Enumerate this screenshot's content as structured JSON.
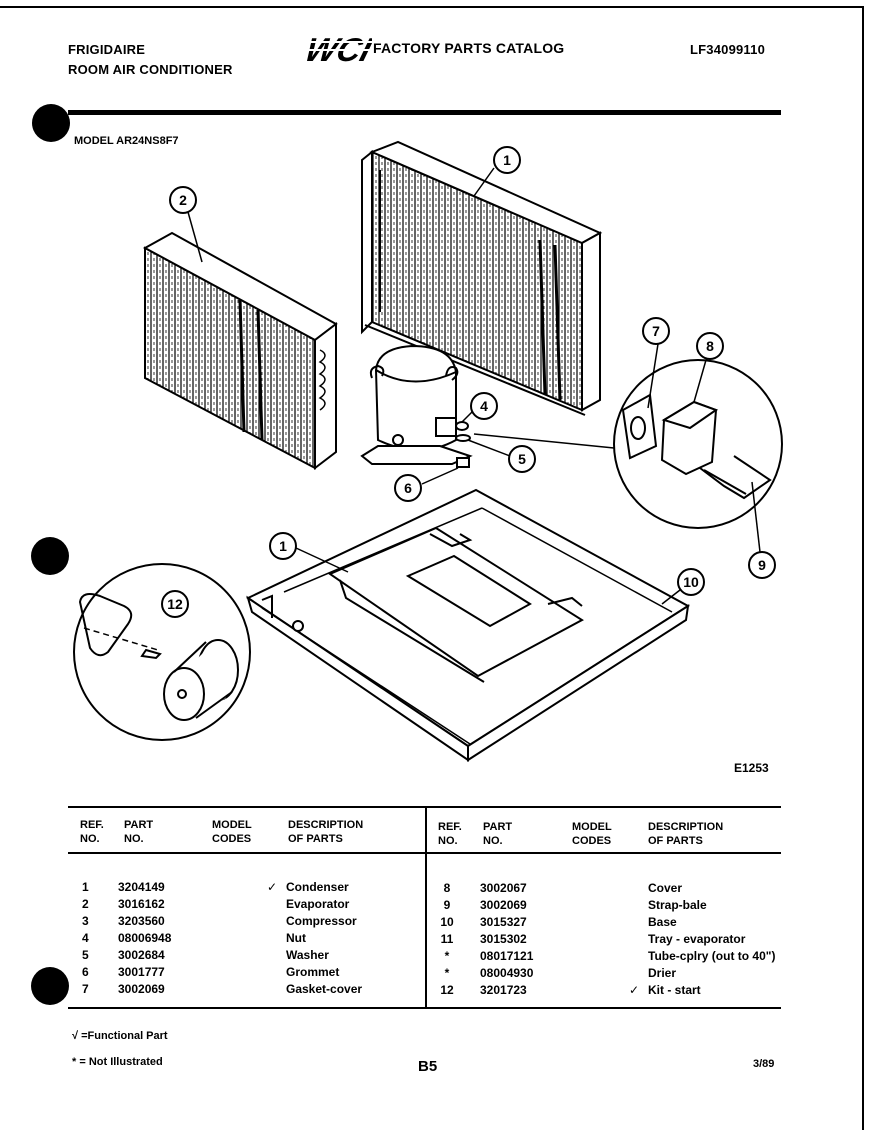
{
  "header": {
    "brand": "FRIGIDAIRE",
    "product": "ROOM AIR CONDITIONER",
    "logo_text": "WCI",
    "catalog_title": "FACTORY PARTS CATALOG",
    "catalog_number": "LF34099110",
    "model": "MODEL AR24NS8F7"
  },
  "diagram": {
    "figure_id": "E1253",
    "callouts": [
      "1",
      "2",
      "4",
      "5",
      "6",
      "7",
      "8",
      "9",
      "1",
      "10",
      "12"
    ],
    "icons": [
      "evaporator-coil",
      "condenser-coil",
      "compressor",
      "base-pan",
      "tray",
      "terminal-cover",
      "strap-bale",
      "gasket",
      "drier",
      "clamp-bracket"
    ]
  },
  "table": {
    "headers": {
      "ref": "REF.\nNO.",
      "part": "PART\nNO.",
      "model": "MODEL\nCODES",
      "desc": "DESCRIPTION\nOF PARTS"
    },
    "left_rows": [
      {
        "ref": "1",
        "part": "3204149",
        "check": "✓",
        "desc": "Condenser"
      },
      {
        "ref": "2",
        "part": "3016162",
        "check": "",
        "desc": "Evaporator"
      },
      {
        "ref": "3",
        "part": "3203560",
        "check": "",
        "desc": "Compressor"
      },
      {
        "ref": "4",
        "part": "08006948",
        "check": "",
        "desc": "Nut"
      },
      {
        "ref": "5",
        "part": "3002684",
        "check": "",
        "desc": "Washer"
      },
      {
        "ref": "6",
        "part": "3001777",
        "check": "",
        "desc": "Grommet"
      },
      {
        "ref": "7",
        "part": "3002069",
        "check": "",
        "desc": "Gasket-cover"
      }
    ],
    "right_rows": [
      {
        "ref": "8",
        "part": "3002067",
        "check": "",
        "desc": "Cover"
      },
      {
        "ref": "9",
        "part": "3002069",
        "check": "",
        "desc": "Strap-bale"
      },
      {
        "ref": "10",
        "part": "3015327",
        "check": "",
        "desc": "Base"
      },
      {
        "ref": "11",
        "part": "3015302",
        "check": "",
        "desc": "Tray - evaporator"
      },
      {
        "ref": "*",
        "part": "08017121",
        "check": "",
        "desc": "Tube-cplry (out to 40\")"
      },
      {
        "ref": "*",
        "part": "08004930",
        "check": "",
        "desc": "Drier"
      },
      {
        "ref": "12",
        "part": "3201723",
        "check": "✓",
        "desc": "Kit - start"
      }
    ]
  },
  "footer": {
    "functional_note": "√ =Functional Part",
    "not_illustrated_note": "* = Not Illustrated",
    "page": "B5",
    "date": "3/89"
  }
}
